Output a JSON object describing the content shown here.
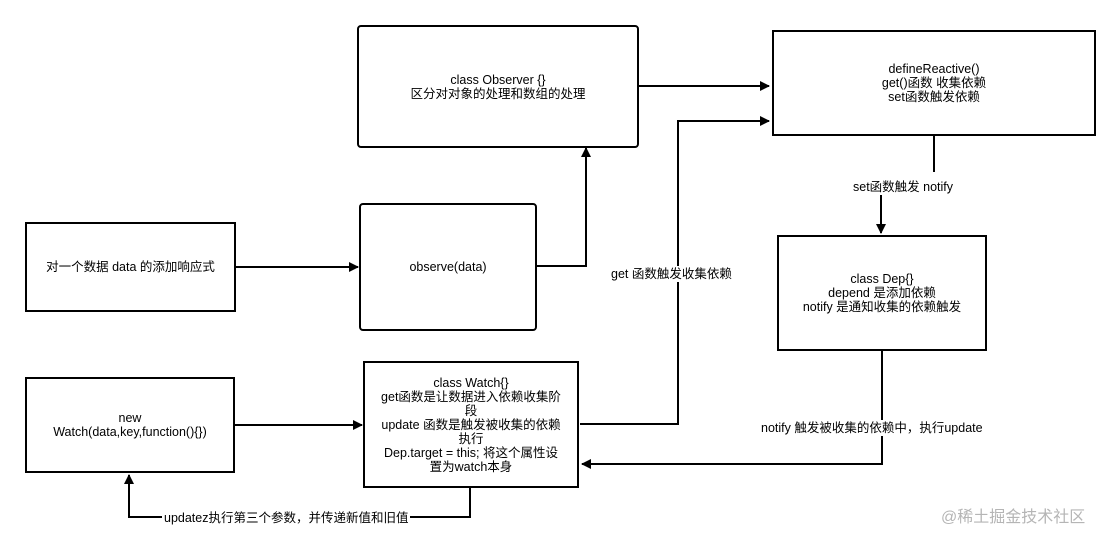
{
  "nodes": {
    "observer": "class Observer {}\n区分对对象的处理和数组的处理",
    "define_reactive": "defineReactive()\nget()函数 收集依赖\nset函数触发依赖",
    "data_reactive": "对一个数据 data 的添加响应式",
    "observe": "observe(data)",
    "dep": "class Dep{}\ndepend 是添加依赖\nnotify 是通知收集的依赖触发",
    "new_watch": "new\nWatch(data,key,function(){})",
    "watch": "class Watch{}\nget函数是让数据进入依赖收集阶\n段\nupdate 函数是触发被收集的依赖\n执行\nDep.target = this; 将这个属性设\n置为watch本身"
  },
  "edge_labels": {
    "set_notify": "set函数触发 notify",
    "get_collect": "get 函数触发收集依赖",
    "notify_update": "notify 触发被收集的依赖中，执行update",
    "updatez": "updatez执行第三个参数，并传递新值和旧值"
  },
  "watermark": "@稀土掘金技术社区"
}
